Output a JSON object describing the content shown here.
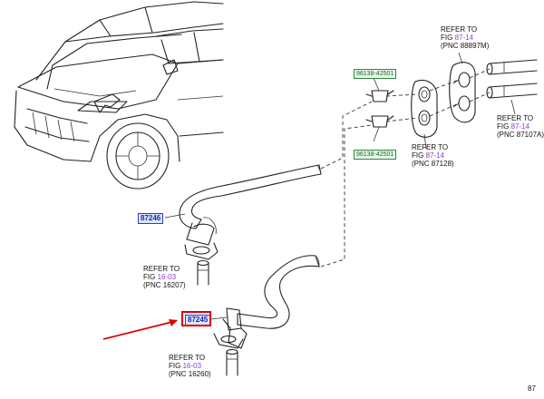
{
  "parts": {
    "p87246": "87246",
    "p87245": "87245",
    "clamp_top": "96138-42501",
    "clamp_bottom": "96138-42501"
  },
  "refs": {
    "r1": {
      "line1": "REFER TO",
      "fig_prefix": "FIG ",
      "fig": "87-14",
      "pnc": "(PNC 88897M)"
    },
    "r2": {
      "line1": "REFER TO",
      "fig_prefix": "FIG ",
      "fig": "87-14",
      "pnc": "(PNC 87107A)"
    },
    "r3": {
      "line1": "REFER TO",
      "fig_prefix": "FIG ",
      "fig": "87-14",
      "pnc": "(PNC 87128)"
    },
    "r4": {
      "line1": "REFER TO",
      "fig_prefix": "FIG ",
      "fig": "16-03",
      "pnc": "(PNC 16207)"
    },
    "r5": {
      "line1": "REFER TO",
      "fig_prefix": "FIG ",
      "fig": "16-03",
      "pnc": "(PNC 16260)"
    }
  },
  "page_number": "87",
  "colors": {
    "highlight": "#e00000",
    "part_label": "#1a2aa8",
    "fig_ref": "#8a3fc4",
    "clamp_label": "#1b6a2b"
  }
}
